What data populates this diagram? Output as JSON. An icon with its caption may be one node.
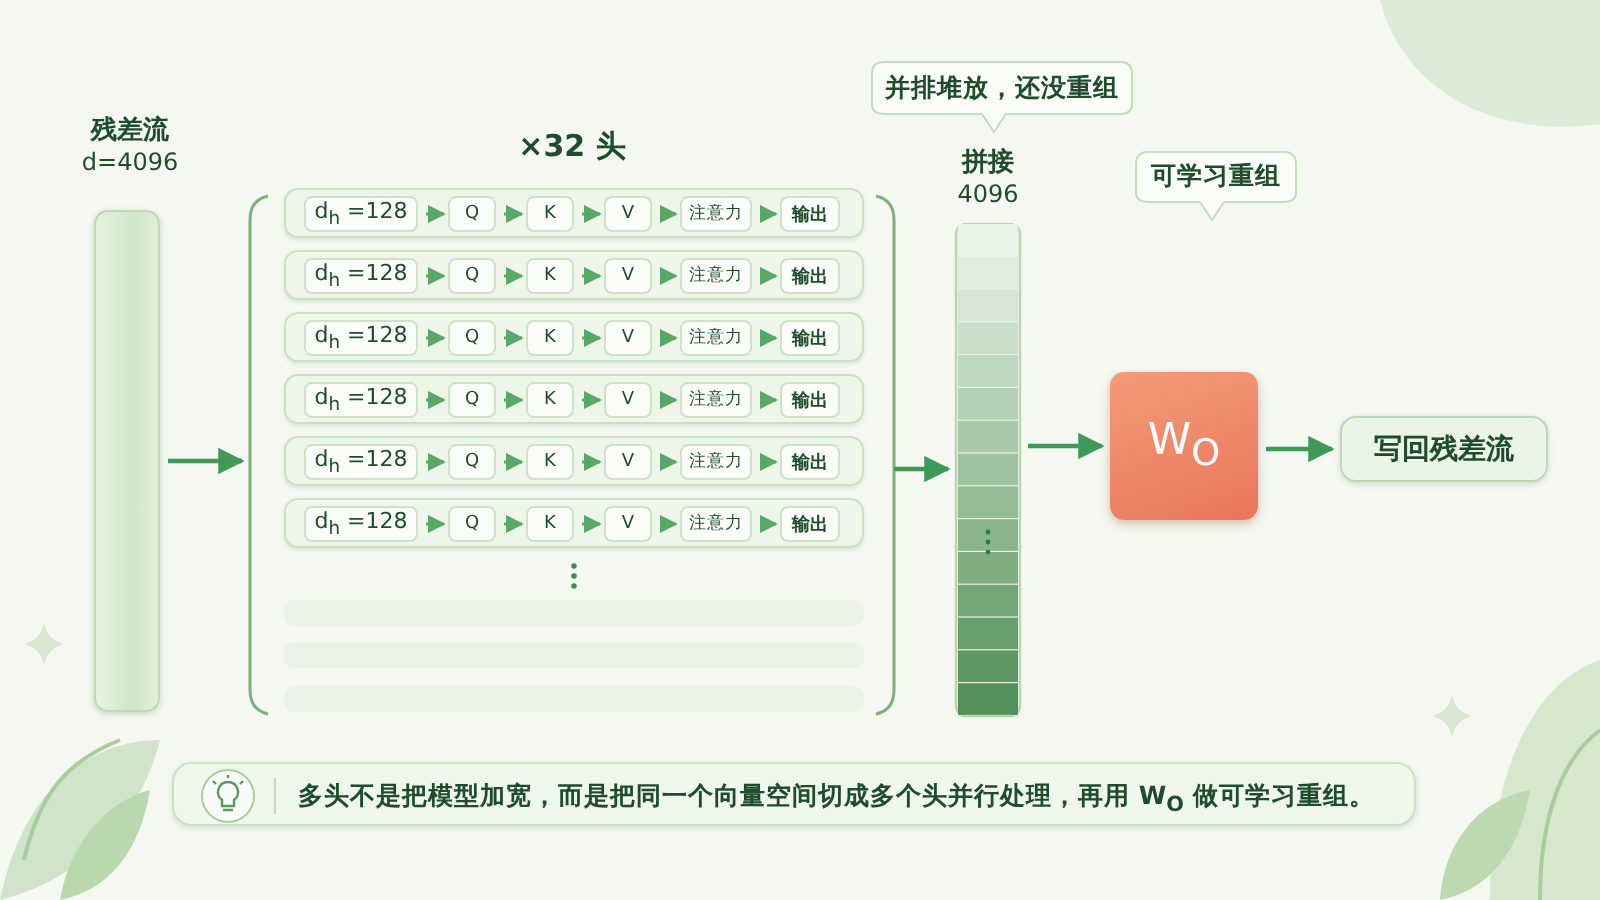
{
  "diagram": {
    "nodes": [
      {
        "text": [
          "残差流",
          "d=4096"
        ]
      },
      {
        "text": [
          "×32 头"
        ]
      },
      {
        "text": [],
        "shape": "box",
        "in": 1
      },
      {
        "text": [
          "d$_{h}$ =128"
        ],
        "in": 2
      },
      {
        "text": [
          "Q"
        ],
        "in": 2
      },
      {
        "text": [
          "K"
        ],
        "in": 2
      },
      {
        "text": [
          "V"
        ],
        "in": 2
      },
      {
        "text": [
          "注意力"
        ],
        "in": 2
      },
      {
        "text": [
          "输出"
        ],
        "in": 2
      },
      {
        "text": [],
        "shape": "box",
        "in": 1
      },
      {
        "text": [
          "d$_{h}$ =128"
        ],
        "in": 9
      },
      {
        "text": [
          "Q"
        ],
        "in": 9
      },
      {
        "text": [
          "K"
        ],
        "in": 9
      },
      {
        "text": [
          "V"
        ],
        "in": 9
      },
      {
        "text": [
          "注意力"
        ],
        "in": 9
      },
      {
        "text": [
          "输出"
        ],
        "in": 9
      },
      {
        "text": [],
        "shape": "box",
        "in": 1
      },
      {
        "text": [
          "d$_{h}$ =128"
        ],
        "in": 16
      },
      {
        "text": [
          "Q"
        ],
        "in": 16
      },
      {
        "text": [
          "K"
        ],
        "in": 16
      },
      {
        "text": [
          "V"
        ],
        "in": 16
      },
      {
        "text": [
          "注意力"
        ],
        "in": 16
      },
      {
        "text": [
          "输出"
        ],
        "in": 16
      },
      {
        "text": [],
        "shape": "box",
        "in": 1
      },
      {
        "text": [
          "d$_{h}$ =128"
        ],
        "in": 23
      },
      {
        "text": [
          "Q"
        ],
        "in": 23
      },
      {
        "text": [
          "K"
        ],
        "in": 23
      },
      {
        "text": [
          "V"
        ],
        "in": 23
      },
      {
        "text": [
          "注意力"
        ],
        "in": 23
      },
      {
        "text": [
          "输出"
        ],
        "in": 23
      },
      {
        "text": [],
        "shape": "box",
        "in": 1
      },
      {
        "text": [
          "d$_{h}$ =128"
        ],
        "in": 30
      },
      {
        "text": [
          "Q"
        ],
        "in": 30
      },
      {
        "text": [
          "K"
        ],
        "in": 30
      },
      {
        "text": [
          "V"
        ],
        "in": 30
      },
      {
        "text": [
          "注意力"
        ],
        "in": 30
      },
      {
        "text": [
          "输出"
        ],
        "in": 30
      },
      {
        "text": [],
        "shape": "box",
        "in": 1
      },
      {
        "text": [
          "d$_{h}$ =128"
        ],
        "in": 37
      },
      {
        "text": [
          "Q"
        ],
        "in": 37
      },
      {
        "text": [
          "K"
        ],
        "in": 37
      },
      {
        "text": [
          "V"
        ],
        "in": 37
      },
      {
        "text": [
          "注意力"
        ],
        "in": 37
      },
      {
        "text": [
          "输出"
        ],
        "in": 37
      },
      {
        "text": [],
        "shape": "bar",
        "in": 1
      },
      {
        "text": [],
        "shape": "bar",
        "in": 1
      },
      {
        "text": [],
        "shape": "bar",
        "in": 1
      },
      {
        "text": [
          "拼接",
          "4096"
        ]
      },
      {
        "text": [
          "并排堆放，还没重组"
        ]
      },
      {
        "text": [
          "W$_{O}$"
        ]
      },
      {
        "text": [
          "可学习重组"
        ]
      },
      {
        "text": [
          "写回残差流"
        ]
      },
      {
        "text": [
          "多头不是把模型加宽，而是把同一个向量空间切成多个头并行处理，再用 W$_{O}$ 做可学习重组。"
        ]
      }
    ],
    "edges": [
      {
        "from": 0,
        "to": 1,
        "arrow": "to"
      },
      {
        "from": 1,
        "to": 47,
        "arrow": "to"
      },
      {
        "from": 47,
        "to": 49,
        "arrow": "to"
      },
      {
        "from": 49,
        "to": 51,
        "arrow": "to"
      },
      {
        "from": 3,
        "to": 4,
        "arrow": "to"
      },
      {
        "from": 4,
        "to": 5,
        "arrow": "to"
      },
      {
        "from": 5,
        "to": 6,
        "arrow": "to"
      },
      {
        "from": 6,
        "to": 7,
        "arrow": "to"
      },
      {
        "from": 7,
        "to": 8,
        "arrow": "to"
      },
      {
        "from": 10,
        "to": 11,
        "arrow": "to"
      },
      {
        "from": 11,
        "to": 12,
        "arrow": "to"
      },
      {
        "from": 12,
        "to": 13,
        "arrow": "to"
      },
      {
        "from": 13,
        "to": 14,
        "arrow": "to"
      },
      {
        "from": 14,
        "to": 15,
        "arrow": "to"
      },
      {
        "from": 17,
        "to": 18,
        "arrow": "to"
      },
      {
        "from": 18,
        "to": 19,
        "arrow": "to"
      },
      {
        "from": 19,
        "to": 20,
        "arrow": "to"
      },
      {
        "from": 20,
        "to": 21,
        "arrow": "to"
      },
      {
        "from": 21,
        "to": 22,
        "arrow": "to"
      },
      {
        "from": 24,
        "to": 25,
        "arrow": "to"
      },
      {
        "from": 25,
        "to": 26,
        "arrow": "to"
      },
      {
        "from": 26,
        "to": 27,
        "arrow": "to"
      },
      {
        "from": 27,
        "to": 28,
        "arrow": "to"
      },
      {
        "from": 28,
        "to": 29,
        "arrow": "to"
      },
      {
        "from": 31,
        "to": 32,
        "arrow": "to"
      },
      {
        "from": 32,
        "to": 33,
        "arrow": "to"
      },
      {
        "from": 33,
        "to": 34,
        "arrow": "to"
      },
      {
        "from": 34,
        "to": 35,
        "arrow": "to"
      },
      {
        "from": 35,
        "to": 36,
        "arrow": "to"
      },
      {
        "from": 38,
        "to": 39,
        "arrow": "to"
      },
      {
        "from": 39,
        "to": 40,
        "arrow": "to"
      },
      {
        "from": 40,
        "to": 41,
        "arrow": "to"
      },
      {
        "from": 41,
        "to": 42,
        "arrow": "to"
      },
      {
        "from": 42,
        "to": 43,
        "arrow": "to"
      }
    ]
  }
}
